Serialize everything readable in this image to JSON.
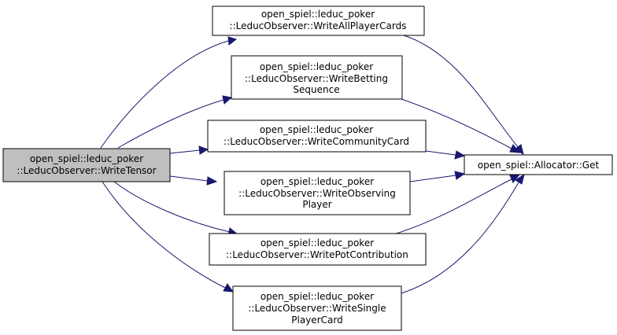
{
  "graph": {
    "colors": {
      "edge": "#191970",
      "node_fill": "#ffffff",
      "focus_fill": "#bfbfbf",
      "border": "#000000"
    },
    "nodes": {
      "write_tensor": {
        "lines": [
          "open_spiel::leduc_poker",
          "::LeducObserver::WriteTensor"
        ]
      },
      "write_all_player_cards": {
        "lines": [
          "open_spiel::leduc_poker",
          "::LeducObserver::WriteAllPlayerCards"
        ]
      },
      "write_betting_sequence": {
        "lines": [
          "open_spiel::leduc_poker",
          "::LeducObserver::WriteBetting",
          "Sequence"
        ]
      },
      "write_community_card": {
        "lines": [
          "open_spiel::leduc_poker",
          "::LeducObserver::WriteCommunityCard"
        ]
      },
      "write_observing_player": {
        "lines": [
          "open_spiel::leduc_poker",
          "::LeducObserver::WriteObserving",
          "Player"
        ]
      },
      "write_pot_contribution": {
        "lines": [
          "open_spiel::leduc_poker",
          "::LeducObserver::WritePotContribution"
        ]
      },
      "write_single_player_card": {
        "lines": [
          "open_spiel::leduc_poker",
          "::LeducObserver::WriteSingle",
          "PlayerCard"
        ]
      },
      "allocator_get": {
        "lines": [
          "open_spiel::Allocator::Get"
        ]
      }
    }
  }
}
